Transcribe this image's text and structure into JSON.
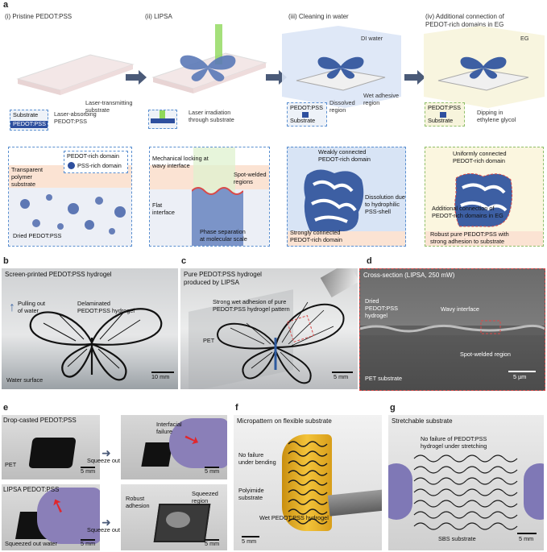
{
  "panel_letters": {
    "a": "a",
    "b": "b",
    "c": "c",
    "d": "d",
    "e": "e",
    "f": "f",
    "g": "g"
  },
  "panel_a": {
    "steps": {
      "s1": "(i) Pristine PEDOT:PSS",
      "s2": "(ii) LIPSA",
      "s3": "(iii) Cleaning in water",
      "s4a": "(iv) Additional connection of",
      "s4b": "PEDOT-rich domains in EG"
    },
    "top": {
      "laser_transmitting_1": "Laser-transmitting",
      "laser_transmitting_2": "substrate",
      "laser_absorbing_1": "Laser-absorbing",
      "laser_absorbing_2": "PEDOT:PSS",
      "substrate": "Substrate",
      "pedotpss": "PEDOT:PSS",
      "laser_irr_1": "Laser irradiation",
      "laser_irr_2": "through substrate",
      "di_water": "DI water",
      "dissolved_1": "Dissolved",
      "dissolved_2": "region",
      "wet_adh_1": "Wet adhesive",
      "wet_adh_2": "region",
      "pedotpss3": "PEDOT:PSS",
      "substrate3": "Substrate",
      "eg": "EG",
      "pedotpss4": "PEDOT:PSS",
      "substrate4": "Substrate",
      "dipping_1": "Dipping in",
      "dipping_2": "ethylene glycol"
    },
    "bottom": {
      "pedot_rich": "PEDOT-rich domain",
      "pss_rich": "PSS-rich domain",
      "transparent_1": "Transparent",
      "transparent_2": "polymer",
      "transparent_3": "substrate",
      "dried": "Dried PEDOT:PSS",
      "mech_1": "Mechanical locking at",
      "mech_2": "wavy interface",
      "spot_1": "Spot-welded",
      "spot_2": "regions",
      "flat_1": "Flat",
      "flat_2": "interface",
      "phase_1": "Phase separation",
      "phase_2": "at molecular scale",
      "weak_1": "Weakly connected",
      "weak_2": "PEDOT-rich domain",
      "diss_1": "Dissolution due",
      "diss_2": "to hydrophilic",
      "diss_3": "PSS-shell",
      "strong_1": "Strongly connected",
      "strong_2": "PEDOT-rich domain",
      "uni_1": "Uniformly connected",
      "uni_2": "PEDOT-rich domain",
      "add_1": "Additional connection of",
      "add_2": "PEDOT-rich domains in EG",
      "robust_1": "Robust pure PEDOT:PSS with",
      "robust_2": "strong adhesion to substrate"
    }
  },
  "panel_b": {
    "title": "Screen-printed PEDOT:PSS hydrogel",
    "pulling_1": "Pulling out",
    "pulling_2": "of water",
    "delam_1": "Delaminated",
    "delam_2": "PEDOT:PSS hydrogel",
    "water_surface": "Water surface",
    "scale": "10 mm"
  },
  "panel_c": {
    "title_1": "Pure PEDOT:PSS hydrogel",
    "title_2": "produced by LIPSA",
    "strong_1": "Strong wet adhesion of pure",
    "strong_2": "PEDOT:PSS hydrogel pattern",
    "pet": "PET",
    "scale": "5 mm"
  },
  "panel_d": {
    "title": "Cross-section (LIPSA, 250 mW)",
    "dried_1": "Dried",
    "dried_2": "PEDOT:PSS",
    "dried_3": "hydrogel",
    "wavy": "Wavy interface",
    "spot": "Spot-welded region",
    "pet": "PET substrate",
    "scale": "5 µm"
  },
  "panel_e": {
    "drop": "Drop-casted PEDOT:PSS",
    "pet": "PET",
    "squeeze1": "Squeeze out water",
    "interfacial_1": "Interfacial",
    "interfacial_2": "failure",
    "lipsa": "LIPSA PEDOT:PSS",
    "squeeze2": "Squeeze out water",
    "robust_1": "Robust",
    "robust_2": "adhesion",
    "squeezed_1": "Squeezed",
    "squeezed_2": "region",
    "squeezed_water": "Squeezed out water",
    "scale": "5 mm"
  },
  "panel_f": {
    "title": "Micropattern on flexible substrate",
    "nofail_1": "No failure",
    "nofail_2": "under bending",
    "poly_1": "Polyimide",
    "poly_2": "substrate",
    "wet": "Wet PEDOT:PSS hydrogel",
    "scale": "5 mm"
  },
  "panel_g": {
    "title": "Stretchable substrate",
    "nofail_1": "No failure of PEDOT:PSS",
    "nofail_2": "hydrogel under stretching",
    "sbs": "SBS substrate",
    "scale": "5 mm"
  },
  "colors": {
    "accent_blue": "#5a8fd0",
    "pedot_blue": "#2e4f9e",
    "laser_green": "#8fd85a",
    "red_highlight": "#d94a4a",
    "substrate_peach": "#f6d9c6"
  }
}
